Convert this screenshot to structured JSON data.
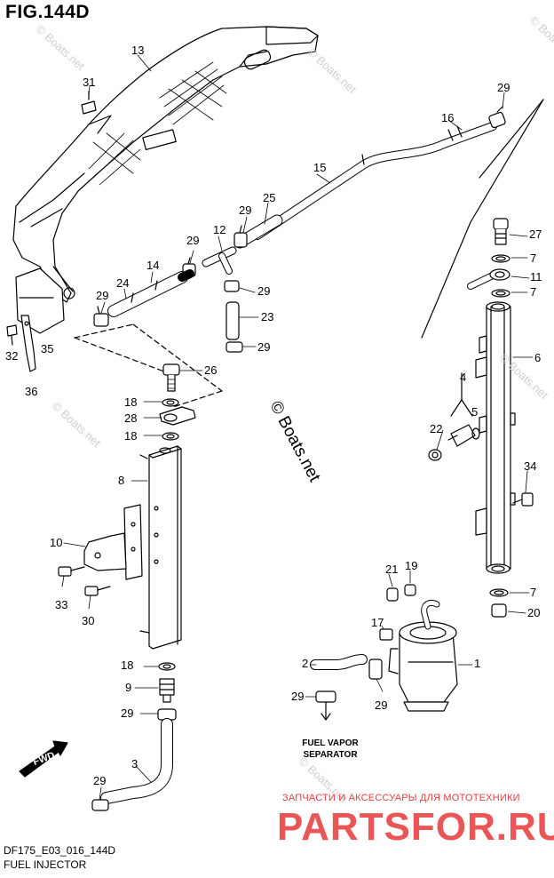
{
  "figure_title": "FIG.144D",
  "footer": {
    "code": "DF175_E03_016_144D",
    "title": "FUEL INJECTOR"
  },
  "watermarks": {
    "center": "© Boats.net",
    "faint_top_left": "© Boats.net",
    "faint_top_right": "© Boats.net",
    "faint_mid_left": "© Boats.net",
    "faint_bottom_right": "© Boats.net"
  },
  "branding": {
    "tagline": "ЗАПЧАСТИ И АКСЕССУАРЫ ДЛЯ МОТОТЕХНИКИ",
    "name": "PARTSFOR.RU",
    "color": "#ea5555"
  },
  "fuel_vapor_note": {
    "line1": "FUEL VAPOR",
    "line2": "SEPARATOR"
  },
  "fwd_label": "FWD",
  "callouts": [
    {
      "id": "c13",
      "label": "13"
    },
    {
      "id": "c31",
      "label": "31"
    },
    {
      "id": "c29a",
      "label": "29"
    },
    {
      "id": "c16",
      "label": "16"
    },
    {
      "id": "c15",
      "label": "15"
    },
    {
      "id": "c25",
      "label": "25"
    },
    {
      "id": "c29b",
      "label": "29"
    },
    {
      "id": "c12",
      "label": "12"
    },
    {
      "id": "c29c",
      "label": "29"
    },
    {
      "id": "c14",
      "label": "14"
    },
    {
      "id": "c24",
      "label": "24"
    },
    {
      "id": "c29d",
      "label": "29"
    },
    {
      "id": "c29e",
      "label": "29"
    },
    {
      "id": "c23",
      "label": "23"
    },
    {
      "id": "c29f",
      "label": "29"
    },
    {
      "id": "c27",
      "label": "27"
    },
    {
      "id": "c7a",
      "label": "7"
    },
    {
      "id": "c11",
      "label": "11"
    },
    {
      "id": "c7b",
      "label": "7"
    },
    {
      "id": "c6",
      "label": "6"
    },
    {
      "id": "c32",
      "label": "32"
    },
    {
      "id": "c35",
      "label": "35"
    },
    {
      "id": "c36",
      "label": "36"
    },
    {
      "id": "c26",
      "label": "26"
    },
    {
      "id": "c4",
      "label": "4"
    },
    {
      "id": "c18a",
      "label": "18"
    },
    {
      "id": "c28",
      "label": "28"
    },
    {
      "id": "c18b",
      "label": "18"
    },
    {
      "id": "c5",
      "label": "5"
    },
    {
      "id": "c22",
      "label": "22"
    },
    {
      "id": "c8",
      "label": "8"
    },
    {
      "id": "c34",
      "label": "34"
    },
    {
      "id": "c10",
      "label": "10"
    },
    {
      "id": "c21",
      "label": "21"
    },
    {
      "id": "c19",
      "label": "19"
    },
    {
      "id": "c33",
      "label": "33"
    },
    {
      "id": "c7c",
      "label": "7"
    },
    {
      "id": "c30",
      "label": "30"
    },
    {
      "id": "c20",
      "label": "20"
    },
    {
      "id": "c17",
      "label": "17"
    },
    {
      "id": "c18c",
      "label": "18"
    },
    {
      "id": "c2",
      "label": "2"
    },
    {
      "id": "c1",
      "label": "1"
    },
    {
      "id": "c9",
      "label": "9"
    },
    {
      "id": "c29g",
      "label": "29"
    },
    {
      "id": "c29h",
      "label": "29"
    },
    {
      "id": "c29i",
      "label": "29"
    },
    {
      "id": "c3",
      "label": "3"
    },
    {
      "id": "c29j",
      "label": "29"
    }
  ]
}
